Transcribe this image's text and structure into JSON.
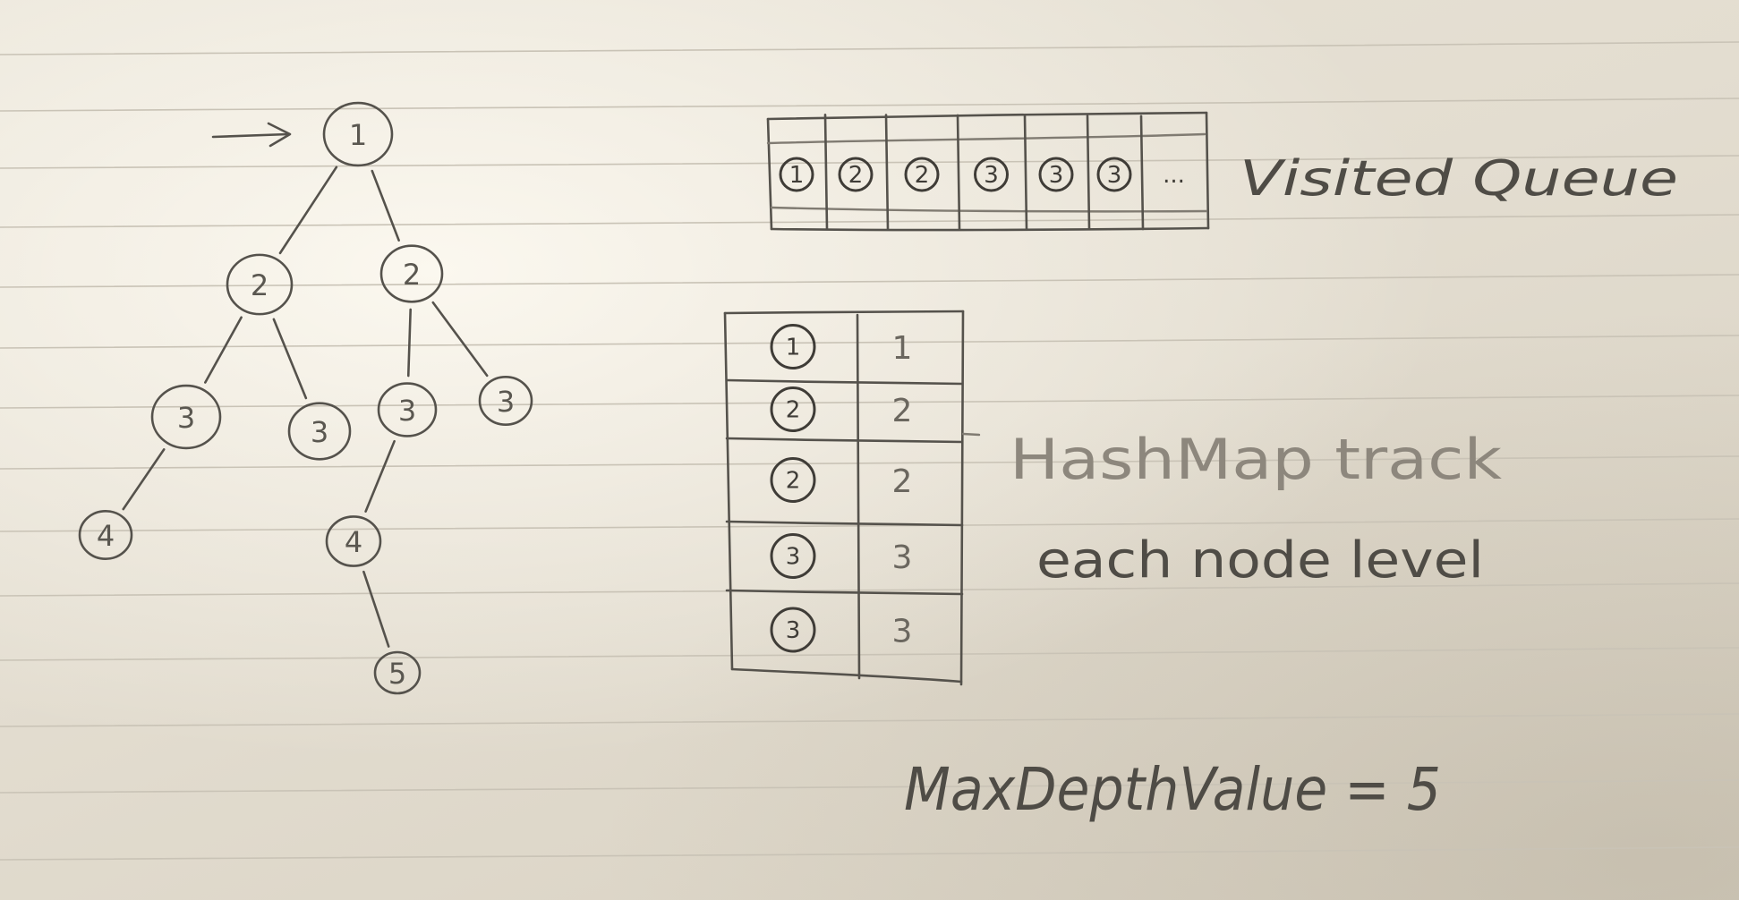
{
  "tree": {
    "nodes": [
      {
        "id": "n1",
        "label": "1"
      },
      {
        "id": "n2a",
        "label": "2"
      },
      {
        "id": "n2b",
        "label": "2"
      },
      {
        "id": "n3a",
        "label": "3"
      },
      {
        "id": "n3b",
        "label": "3"
      },
      {
        "id": "n3c",
        "label": "3"
      },
      {
        "id": "n3d",
        "label": "3"
      },
      {
        "id": "n4a",
        "label": "4"
      },
      {
        "id": "n4b",
        "label": "4"
      },
      {
        "id": "n5",
        "label": "5"
      }
    ],
    "edges": [
      [
        "n1",
        "n2a"
      ],
      [
        "n1",
        "n2b"
      ],
      [
        "n2a",
        "n3a"
      ],
      [
        "n2a",
        "n3b"
      ],
      [
        "n2b",
        "n3c"
      ],
      [
        "n2b",
        "n3d"
      ],
      [
        "n3a",
        "n4a"
      ],
      [
        "n3c",
        "n4b"
      ],
      [
        "n4b",
        "n5"
      ]
    ]
  },
  "queue": {
    "cells": [
      "1",
      "2",
      "2",
      "3",
      "3",
      "3",
      "..."
    ],
    "caption": "Visited Queue"
  },
  "hashmap": {
    "rows": [
      {
        "node": "1",
        "level": "1"
      },
      {
        "node": "2",
        "level": "2"
      },
      {
        "node": "2",
        "level": "2"
      },
      {
        "node": "3",
        "level": "3"
      },
      {
        "node": "3",
        "level": "3"
      }
    ],
    "caption_line1": "HashMap track",
    "caption_line2": "each node level"
  },
  "result": {
    "text": "MaxDepthValue = 5"
  }
}
